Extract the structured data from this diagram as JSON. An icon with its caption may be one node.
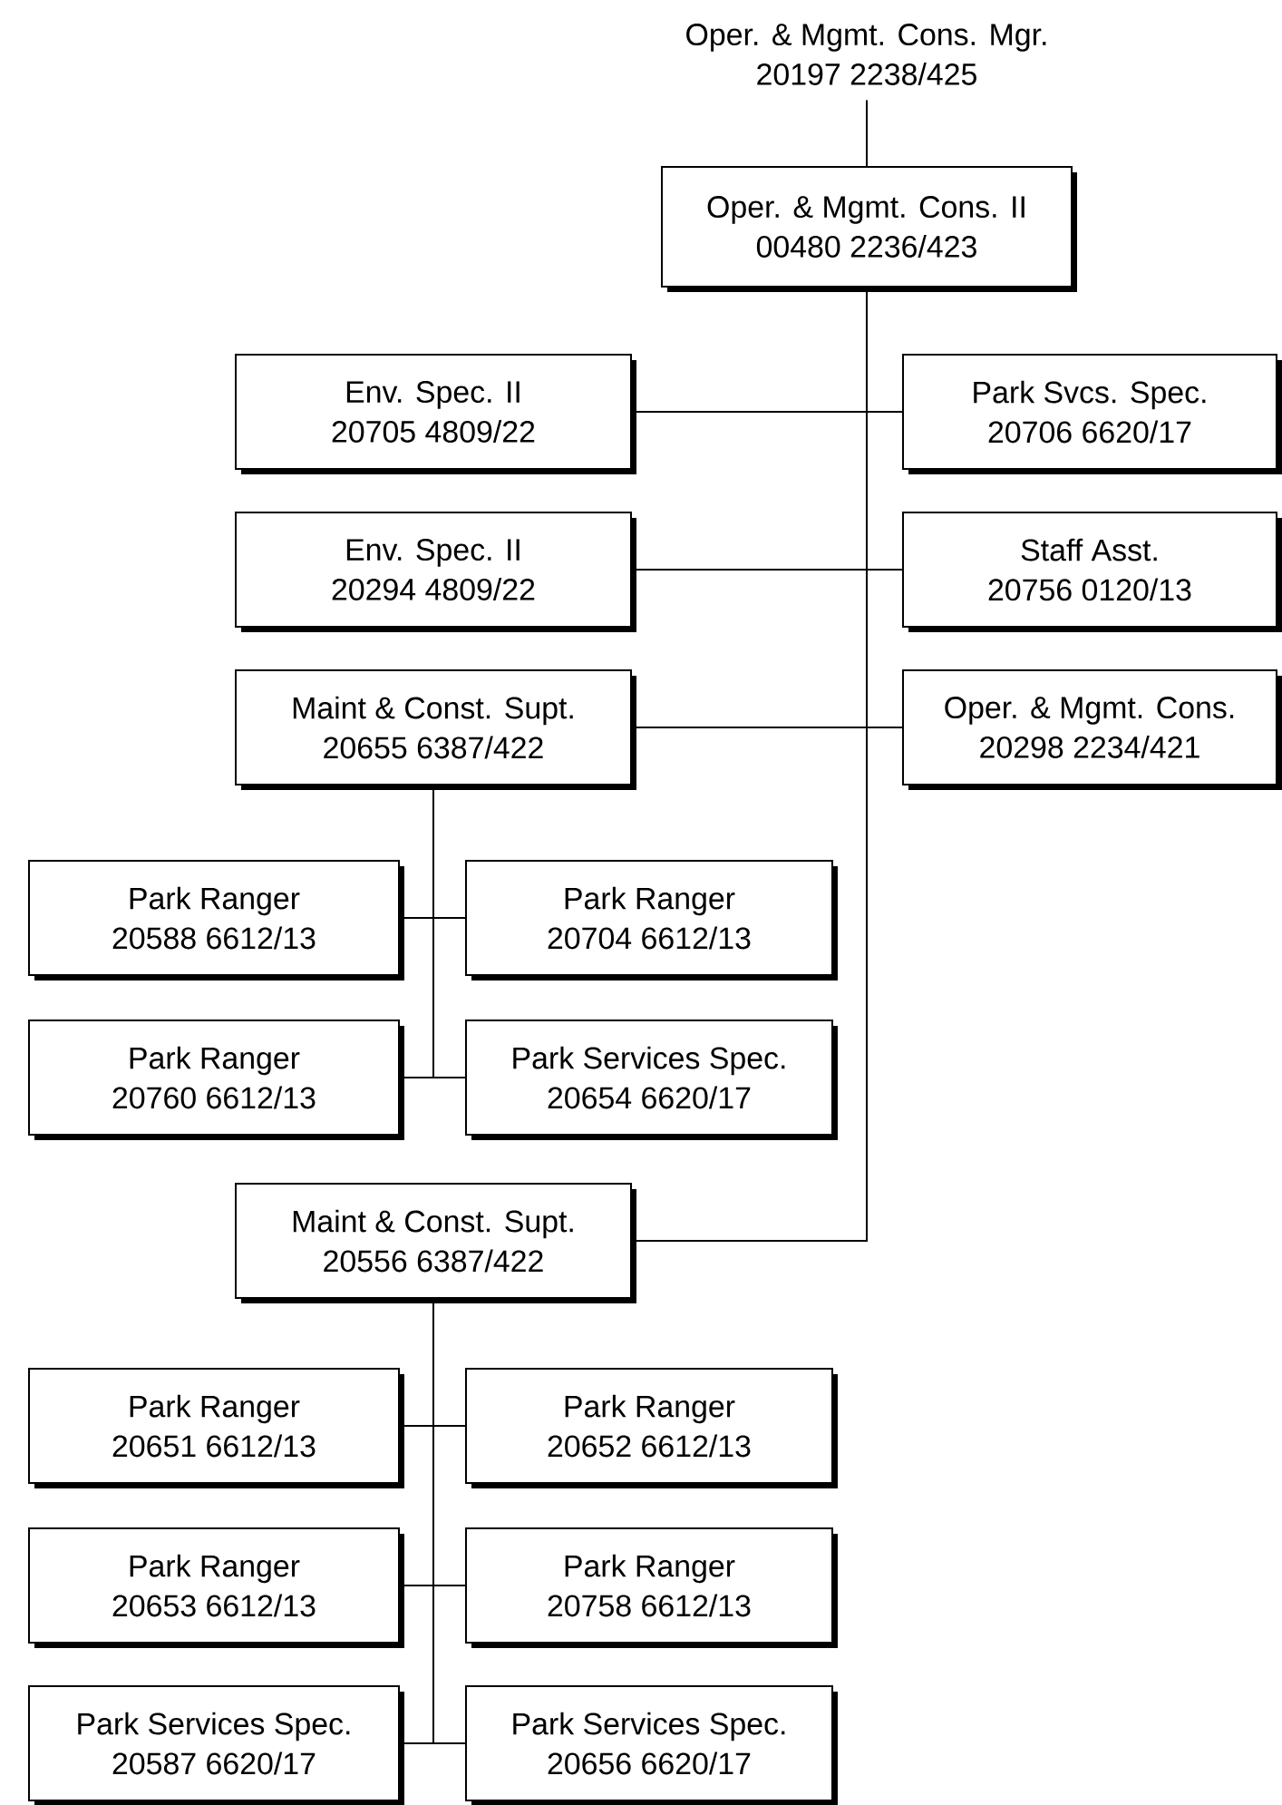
{
  "diagram": {
    "nodes": [
      {
        "text": [
          "Oper. & Mgmt. Cons. Mgr.",
          "20197 2238/425"
        ]
      },
      {
        "text": [
          "Oper. & Mgmt. Cons. II",
          "00480 2236/423"
        ]
      },
      {
        "text": [
          "Env. Spec. II",
          "20705 4809/22"
        ]
      },
      {
        "text": [
          "Park Svcs. Spec.",
          "20706 6620/17"
        ]
      },
      {
        "text": [
          "Env. Spec. II",
          "20294 4809/22"
        ]
      },
      {
        "text": [
          "Staff Asst.",
          "20756 0120/13"
        ]
      },
      {
        "text": [
          "Maint & Const. Supt.",
          "20655 6387/422"
        ]
      },
      {
        "text": [
          "Oper. & Mgmt. Cons.",
          "20298 2234/421"
        ]
      },
      {
        "text": [
          "Park Ranger",
          "20588 6612/13"
        ]
      },
      {
        "text": [
          "Park Ranger",
          "20704 6612/13"
        ]
      },
      {
        "text": [
          "Park Ranger",
          "20760 6612/13"
        ]
      },
      {
        "text": [
          "Park Services Spec.",
          "20654 6620/17"
        ]
      },
      {
        "text": [
          "Maint & Const. Supt.",
          "20556 6387/422"
        ]
      },
      {
        "text": [
          "Park Ranger",
          "20651 6612/13"
        ]
      },
      {
        "text": [
          "Park Ranger",
          "20652 6612/13"
        ]
      },
      {
        "text": [
          "Park Ranger",
          "20653 6612/13"
        ]
      },
      {
        "text": [
          "Park Ranger",
          "20758 6612/13"
        ]
      },
      {
        "text": [
          "Park Services Spec.",
          "20587 6620/17"
        ]
      },
      {
        "text": [
          "Park Services Spec.",
          "20656 6620/17"
        ]
      }
    ],
    "edges": [
      {
        "from": 0,
        "to": 1,
        "arrow": "none"
      },
      {
        "from": 1,
        "to": 2,
        "arrow": "none"
      },
      {
        "from": 1,
        "to": 3,
        "arrow": "none"
      },
      {
        "from": 1,
        "to": 4,
        "arrow": "none"
      },
      {
        "from": 1,
        "to": 5,
        "arrow": "none"
      },
      {
        "from": 1,
        "to": 6,
        "arrow": "none"
      },
      {
        "from": 1,
        "to": 7,
        "arrow": "none"
      },
      {
        "from": 6,
        "to": 8,
        "arrow": "none"
      },
      {
        "from": 6,
        "to": 9,
        "arrow": "none"
      },
      {
        "from": 6,
        "to": 10,
        "arrow": "none"
      },
      {
        "from": 6,
        "to": 11,
        "arrow": "none"
      },
      {
        "from": 1,
        "to": 12,
        "arrow": "none"
      },
      {
        "from": 12,
        "to": 13,
        "arrow": "none"
      },
      {
        "from": 12,
        "to": 14,
        "arrow": "none"
      },
      {
        "from": 12,
        "to": 15,
        "arrow": "none"
      },
      {
        "from": 12,
        "to": 16,
        "arrow": "none"
      },
      {
        "from": 12,
        "to": 17,
        "arrow": "none"
      },
      {
        "from": 12,
        "to": 18,
        "arrow": "none"
      }
    ]
  }
}
